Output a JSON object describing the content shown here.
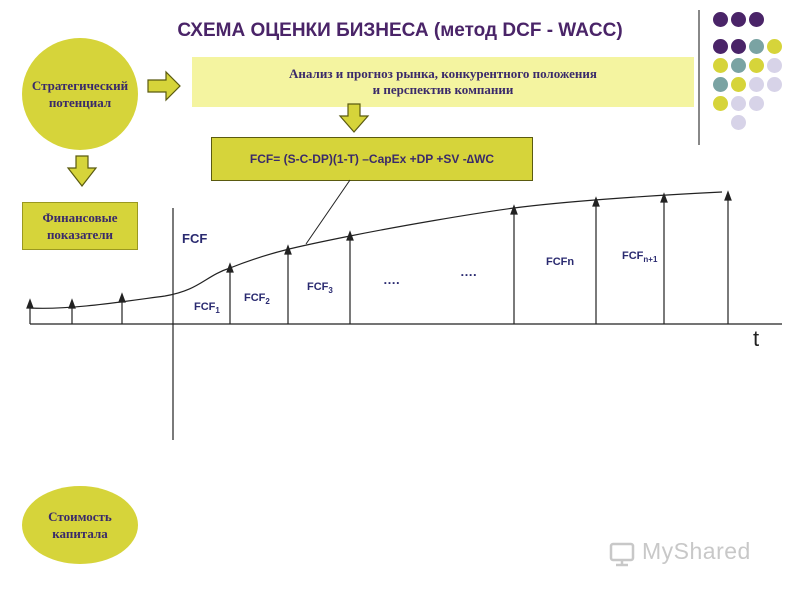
{
  "title": "СХЕМА ОЦЕНКИ БИЗНЕСА (метод DCF - WACC)",
  "nodes": {
    "strategic": [
      "Стратегический",
      "потенциал"
    ],
    "financial": [
      "Финансовые",
      "показатели"
    ],
    "capital": [
      "Стоимость",
      "капитала"
    ],
    "analysis": [
      "Анализ и прогноз рынка, конкурентного положения",
      "и перспектив компании"
    ],
    "formula": "FCF= (S-C-DP)(1-T) –CapEx +DP +SV -∆WC"
  },
  "chart": {
    "y_label": "FCF",
    "x_label": "t",
    "labels": {
      "fcf1": {
        "base": "FCF",
        "sub": "1"
      },
      "fcf2": {
        "base": "FCF",
        "sub": "2"
      },
      "fcf3": {
        "base": "FCF",
        "sub": "3"
      },
      "dots1": "….",
      "dots2": "….",
      "fcfn": "FCFn",
      "fcfn1": {
        "base": "FCF",
        "sub": "n+1"
      }
    }
  },
  "colors": {
    "accent_yellow": "#d6d43a",
    "light_yellow": "#f4f4a0",
    "purple": "#4a2468",
    "teal": "#7aa3a3",
    "lavender": "#d7d3e8"
  },
  "watermark": "MyShared"
}
